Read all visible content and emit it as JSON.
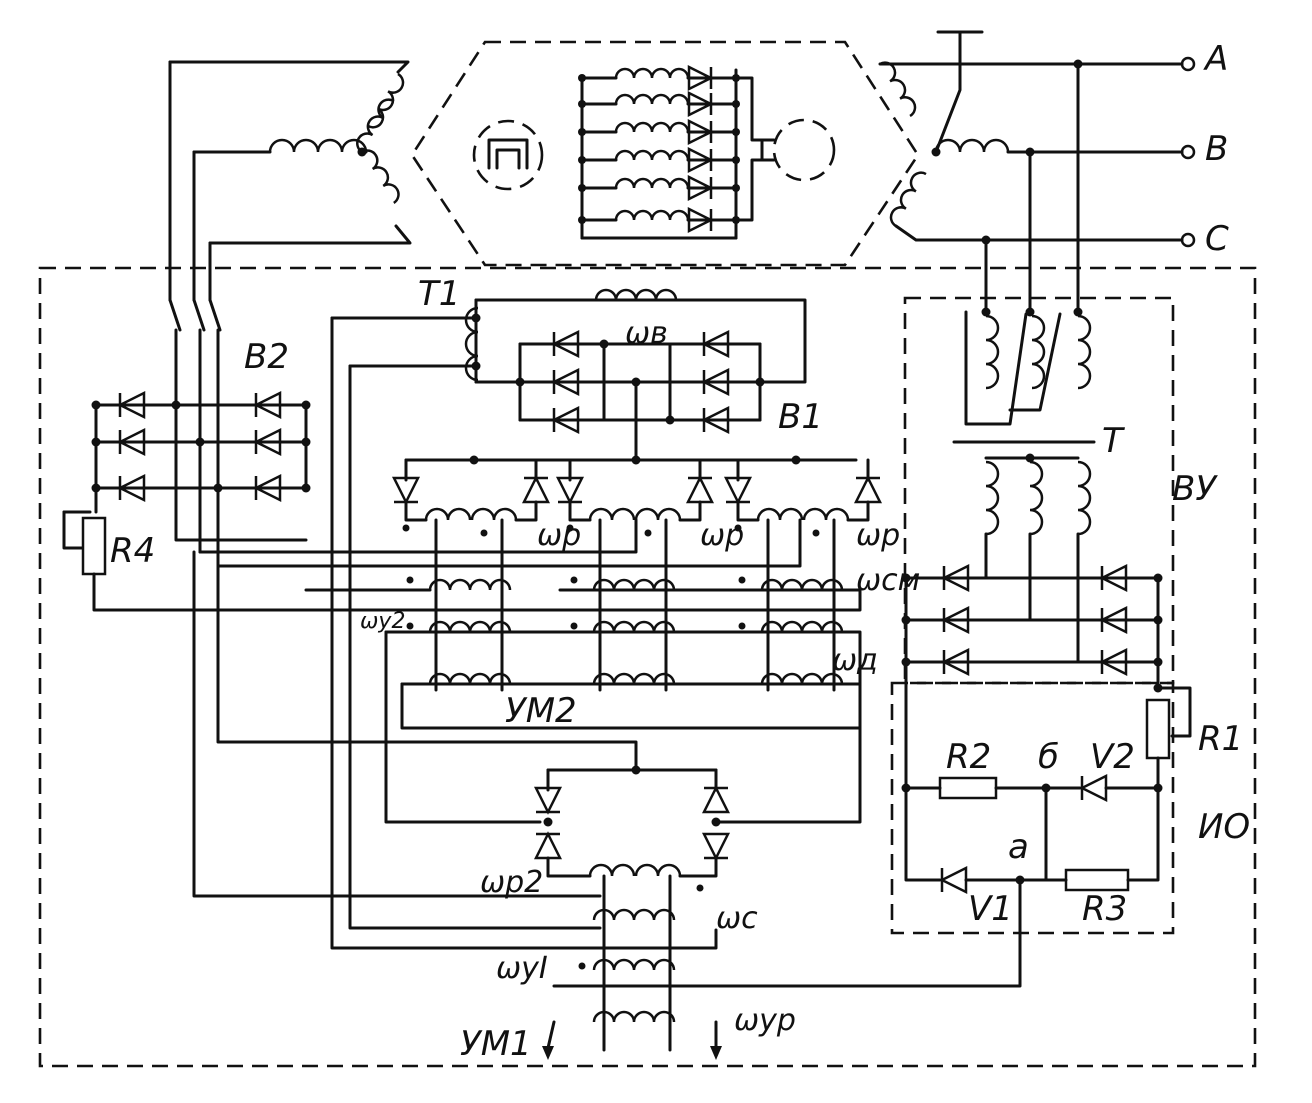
{
  "labels": {
    "phase_a": "A",
    "phase_b": "B",
    "phase_c": "C",
    "t1": "T1",
    "w_v": "ωв",
    "b1": "B1",
    "b2": "B2",
    "r4": "R4",
    "wr_1": "ωр",
    "wr_2": "ωр",
    "wr_3": "ωр",
    "w_sm": "ωсм",
    "w_y2": "ωу2",
    "w_d": "ωд",
    "um2": "УМ2",
    "t": "T",
    "vu": "ВУ",
    "r1": "R1",
    "r2": "R2",
    "node_b": "б",
    "v2": "V2",
    "io": "ИО",
    "node_a": "а",
    "v1": "V1",
    "r3": "R3",
    "w_r2": "ωр2",
    "w_c": "ωс",
    "w_y1": "ωуI",
    "um1": "УМ1",
    "w_yr": "ωур"
  }
}
